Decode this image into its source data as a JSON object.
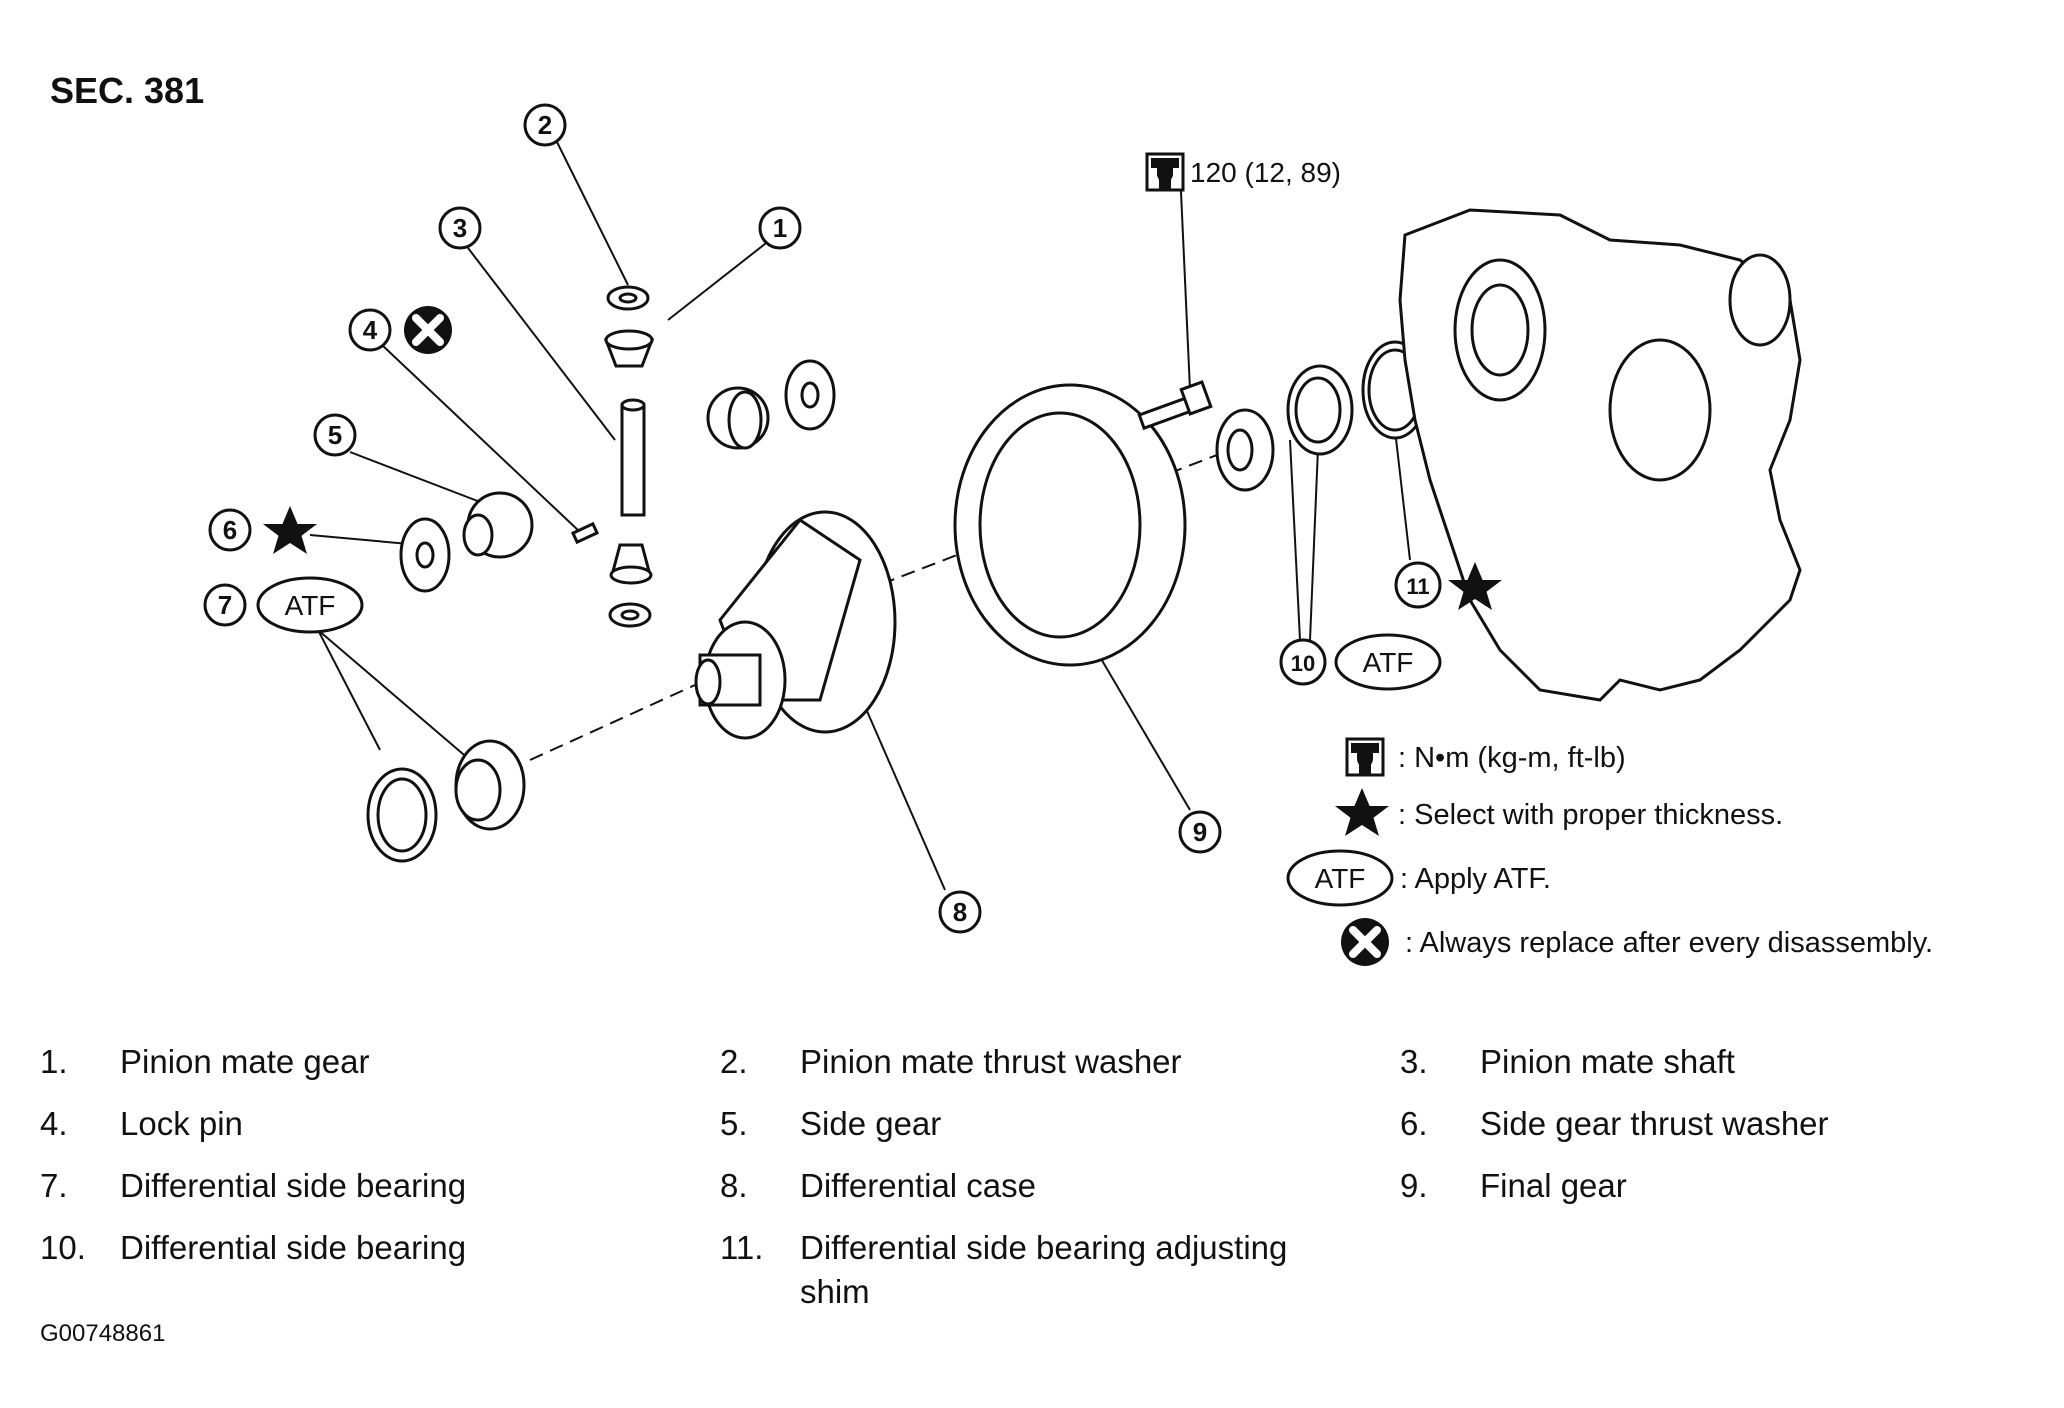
{
  "section": "SEC. 381",
  "torque": {
    "value": "120 (12, 89)"
  },
  "callouts": [
    "1",
    "2",
    "3",
    "4",
    "5",
    "6",
    "7",
    "8",
    "9",
    "10",
    "11"
  ],
  "callout_tags": {
    "atf": "ATF"
  },
  "legend": {
    "torque_units": ": N•m (kg-m, ft-lb)",
    "star": ": Select with proper thickness.",
    "atf_label": "ATF",
    "atf": ": Apply ATF.",
    "replace": ": Always replace after every disassembly."
  },
  "parts": [
    {
      "num": "1.",
      "name": "Pinion mate gear"
    },
    {
      "num": "2.",
      "name": "Pinion mate thrust washer"
    },
    {
      "num": "3.",
      "name": "Pinion mate shaft"
    },
    {
      "num": "4.",
      "name": "Lock pin"
    },
    {
      "num": "5.",
      "name": "Side gear"
    },
    {
      "num": "6.",
      "name": "Side gear thrust washer"
    },
    {
      "num": "7.",
      "name": "Differential side bearing"
    },
    {
      "num": "8.",
      "name": "Differential case"
    },
    {
      "num": "9.",
      "name": "Final gear"
    },
    {
      "num": "10.",
      "name": "Differential side bearing"
    },
    {
      "num": "11.",
      "name": "Differential side bearing adjusting shim"
    }
  ],
  "ref_code": "G00748861",
  "icons": [
    "torque-wrench-icon",
    "star-icon",
    "atf-oval-icon",
    "replace-x-icon"
  ]
}
